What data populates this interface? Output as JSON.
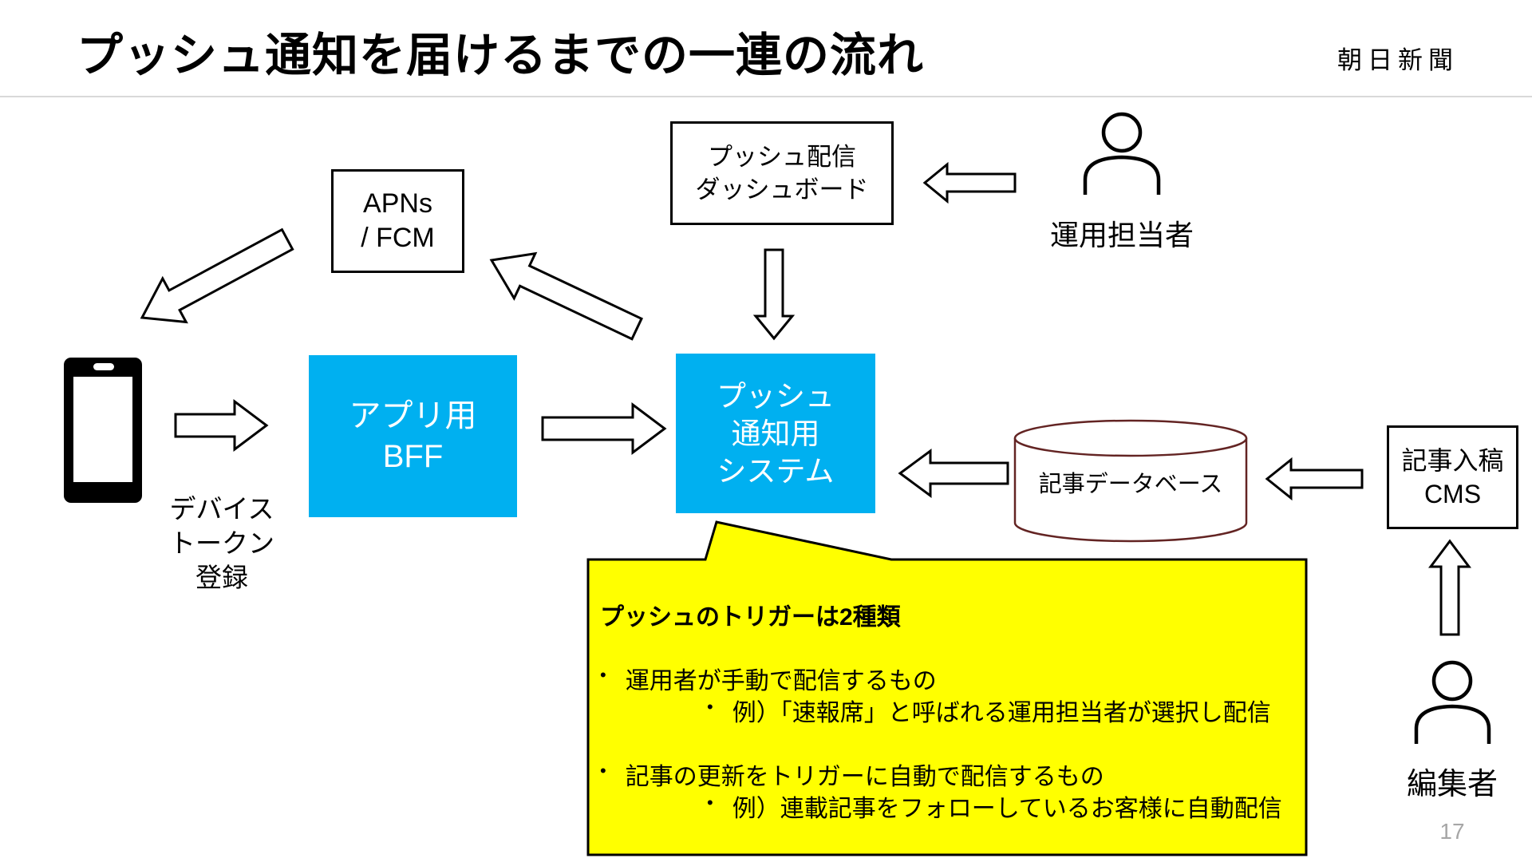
{
  "header": {
    "title": "プッシュ通知を届けるまでの一連の流れ",
    "logo": "朝日新聞"
  },
  "nodes": {
    "apns": {
      "line1": "APNs",
      "line2": "/ FCM"
    },
    "dashboard": {
      "line1": "プッシュ配信",
      "line2": "ダッシュボード"
    },
    "ops": {
      "label": "運用担当者"
    },
    "device": {
      "line1": "デバイス",
      "line2": "トークン",
      "line3": "登録"
    },
    "bff": {
      "line1": "アプリ用",
      "line2": "BFF"
    },
    "push": {
      "line1": "プッシュ",
      "line2": "通知用",
      "line3": "システム"
    },
    "db": {
      "label": "記事データベース"
    },
    "cms": {
      "line1": "記事入稿",
      "line2": "CMS"
    },
    "editor": {
      "label": "編集者"
    }
  },
  "callout": {
    "title": "プッシュのトリガーは2種類",
    "items": [
      {
        "level": 1,
        "text": "運用者が手動で配信するもの"
      },
      {
        "level": 2,
        "text": "例）「速報席」と呼ばれる運用担当者が選択し配信"
      },
      {
        "level": 1,
        "text": "記事の更新をトリガーに自動で配信するもの"
      },
      {
        "level": 2,
        "text": "例）連載記事をフォローしているお客様に自動配信"
      }
    ]
  },
  "footer": {
    "page_number": "17"
  },
  "colors": {
    "accent_blue": "#00b0f0",
    "callout_yellow": "#ffff00",
    "db_outline": "#632423",
    "divider": "#d9d9d9",
    "page_number_gray": "#a6a6a6"
  }
}
